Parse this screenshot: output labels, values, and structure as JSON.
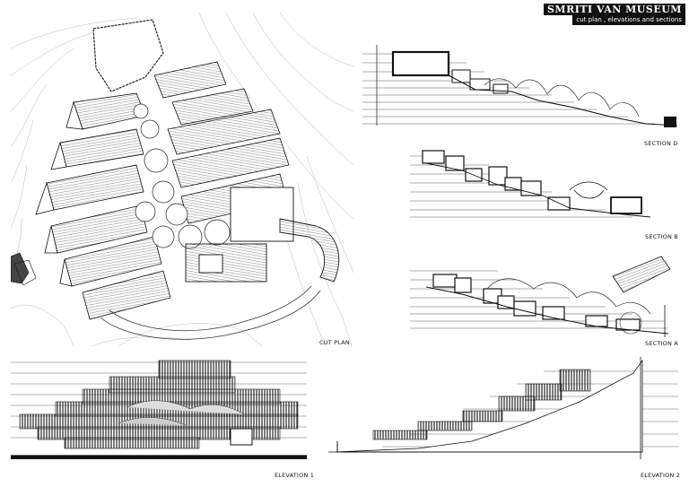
{
  "sheet": {
    "title": "SMRITI VAN MUSEUM",
    "subtitle": "cut plan , elevations and sections"
  },
  "drawings": {
    "cut_plan": "CUT PLAN",
    "section_d": "SECTION D",
    "section_b": "SECTION B",
    "section_a": "SECTION A",
    "elevation_1": "ELEVATION 1",
    "elevation_2": "ELEVATION 2"
  }
}
